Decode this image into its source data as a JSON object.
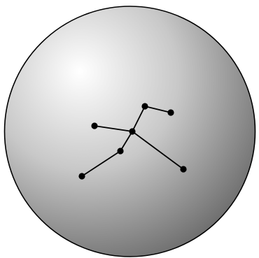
{
  "sphere": {
    "fill_highlight": "#ffffff",
    "fill_mid": "#c8c8c8",
    "fill_shadow": "#6a6a6a",
    "outline_color": "#000000"
  },
  "graph": {
    "edge_color": "#000000",
    "node_color": "#000000",
    "nodes": [
      {
        "id": "center"
      },
      {
        "id": "upper"
      },
      {
        "id": "upper-right"
      },
      {
        "id": "left"
      },
      {
        "id": "lower-middle"
      },
      {
        "id": "lower-left"
      },
      {
        "id": "lower-right"
      }
    ],
    "edges": [
      {
        "from": "center",
        "to": "upper"
      },
      {
        "from": "upper",
        "to": "upper-right"
      },
      {
        "from": "center",
        "to": "left"
      },
      {
        "from": "center",
        "to": "lower-middle"
      },
      {
        "from": "lower-middle",
        "to": "lower-left"
      },
      {
        "from": "center",
        "to": "lower-right"
      }
    ]
  }
}
